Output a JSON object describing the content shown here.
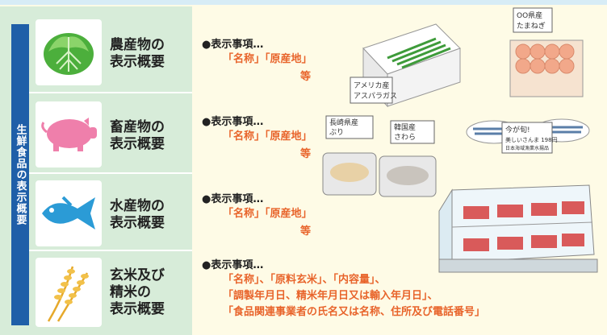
{
  "sidebar": {
    "title": "生鮮食品の表示概要"
  },
  "sections": [
    {
      "category": "農産物の\n表示概要",
      "heading": "●表示事項…",
      "items": "「名称」「原産地」",
      "suffix": "等",
      "icon": "cabbage-icon"
    },
    {
      "category": "畜産物の\n表示概要",
      "heading": "●表示事項…",
      "items": "「名称」「原産地」",
      "suffix": "等",
      "icon": "pig-icon"
    },
    {
      "category": "水産物の\n表示概要",
      "heading": "●表示事項…",
      "items": "「名称」「原産地」",
      "suffix": "等",
      "icon": "fish-icon"
    },
    {
      "category": "玄米及び\n精米の\n表示概要",
      "heading": "●表示事項…",
      "items": "「名称」、「原料玄米」、「内容量」、\n「調製年月日、精米年月日又は輸入年月日」、\n「食品関連事業者の氏名又は名称、住所及び電話番号」",
      "icon": "rice-icon"
    }
  ],
  "illustrations": {
    "asparagus_sign": [
      "アメリカ産",
      "アスパラガス"
    ],
    "onion_sign": [
      "OO県産",
      "たまねぎ"
    ],
    "meat_sign_left": [
      "長崎県産",
      "ぶり"
    ],
    "meat_sign_right": [
      "韓国産",
      "さわら"
    ],
    "fish_sign": [
      "今が旬!",
      "美しいさんま 198円",
      "日本海域漁業水揚品"
    ]
  },
  "colors": {
    "accent": "#e8642b",
    "sidebar": "#1f5fa8",
    "panel": "#d7ecd9",
    "background": "#fefbe6"
  }
}
